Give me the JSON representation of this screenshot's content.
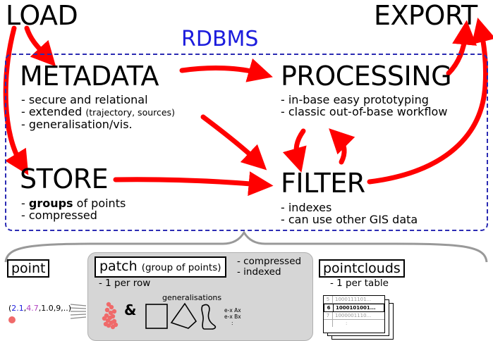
{
  "headings": {
    "load": "LOAD",
    "export": "EXPORT",
    "rdbms": "RDBMS",
    "metadata": "METADATA",
    "processing": "PROCESSING",
    "store": "STORE",
    "filter": "FILTER"
  },
  "metadata_items": [
    "- secure and relational",
    "- extended",
    "(trajectory, sources)",
    "- generalisation/vis."
  ],
  "processing_items": [
    "- in-base easy prototyping",
    "- classic out-of-base workflow"
  ],
  "store_items": {
    "dash": "- ",
    "bold": "groups",
    "rest": " of points",
    "second": "- compressed"
  },
  "filter_items": [
    "- indexes",
    "- can use other GIS data"
  ],
  "bottom": {
    "point_label": "point",
    "point_values": {
      "open": "(",
      "a": "2.1",
      "sep1": ",",
      "b": "4.7",
      "rest": ",1.0,9,..)"
    },
    "patch_label": "patch",
    "patch_sub": "(group of points)",
    "patch_notes": [
      "- compressed",
      "- indexed"
    ],
    "patch_per": "- 1 per row",
    "ampersand": "&",
    "generalisations": "generalisations",
    "formula": [
      "e-x Ax",
      "e-x Bx"
    ],
    "pointclouds_label": "pointclouds",
    "pointclouds_per": "- 1 per table",
    "table_rows": [
      {
        "id": "5",
        "value": "1000111101..."
      },
      {
        "id": "6",
        "value": "1000101001..."
      },
      {
        "id": "7",
        "value": "1000001110..."
      }
    ],
    "table_more": ":"
  },
  "colors": {
    "arrow": "#ff0000",
    "rdbms_border": "#2b2bb3",
    "rdbms_text": "#1c1cdd",
    "panel": "#d6d6d6",
    "point_dot": "#f06a6a"
  }
}
